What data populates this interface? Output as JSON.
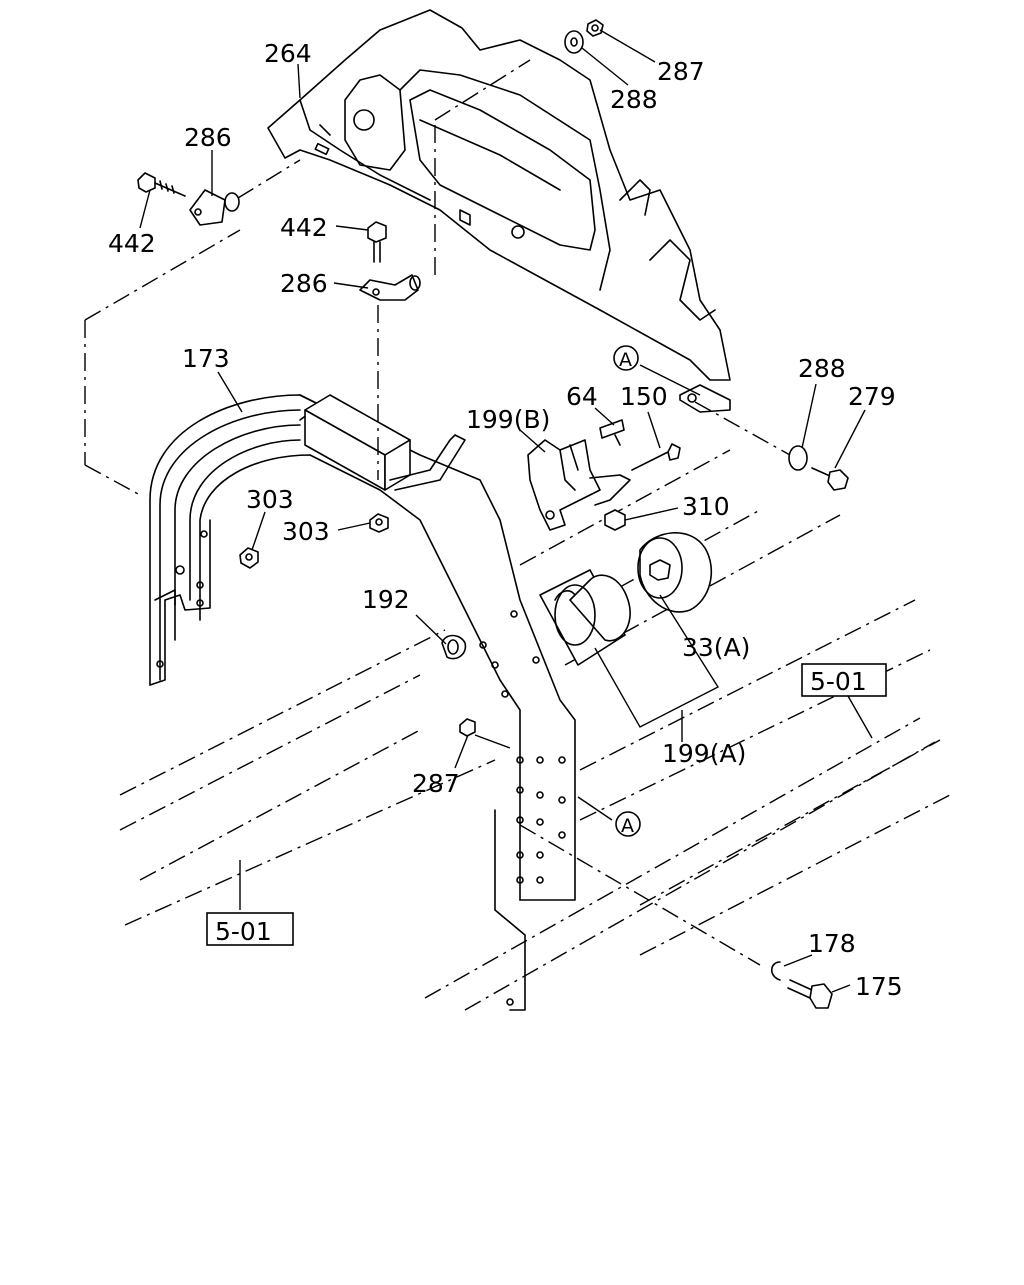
{
  "callouts": {
    "c264": "264",
    "c287a": "287",
    "c288a": "288",
    "c286a": "286",
    "c442a": "442",
    "c442b": "442",
    "c286b": "286",
    "c173": "173",
    "cA1": "A",
    "c288b": "288",
    "c279": "279",
    "c64": "64",
    "c150": "150",
    "c199b": "199(B)",
    "c303a": "303",
    "c303b": "303",
    "c310": "310",
    "c192": "192",
    "c33a": "33(A)",
    "c199a": "199(A)",
    "c287b": "287",
    "cA2": "A",
    "c178": "178",
    "c175": "175"
  },
  "refs": {
    "ref1": "5-01",
    "ref2": "5-01"
  }
}
